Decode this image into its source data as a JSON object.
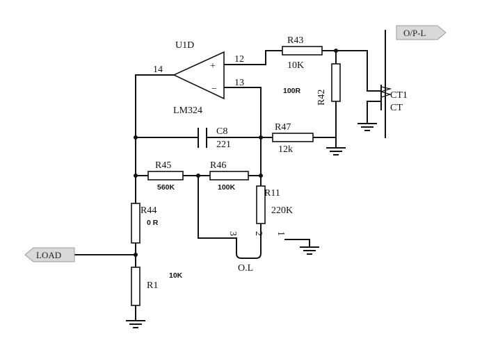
{
  "opamp": {
    "ref": "U1D",
    "part": "LM324",
    "pin_out": "14",
    "pin_plus": "12",
    "pin_minus": "13"
  },
  "components": {
    "r43": {
      "ref": "R43",
      "value": "10K"
    },
    "r42": {
      "ref": "R42",
      "value": "100R"
    },
    "r47": {
      "ref": "R47",
      "value": "12k"
    },
    "r45": {
      "ref": "R45",
      "value": "560K"
    },
    "r46": {
      "ref": "R46",
      "value": "100K"
    },
    "r11": {
      "ref": "R11",
      "value": "220K"
    },
    "r44": {
      "ref": "R44",
      "value": "0 R"
    },
    "r1": {
      "ref": "R1",
      "value": "10K"
    },
    "c8": {
      "ref": "C8",
      "value": "221"
    },
    "ct1": {
      "ref": "CT1",
      "type": "CT"
    }
  },
  "connector": {
    "label": "O.L",
    "pin3": "3",
    "pin2": "2",
    "pin1": "1"
  },
  "ports": {
    "load": "LOAD",
    "op_l": "O/P-L"
  }
}
